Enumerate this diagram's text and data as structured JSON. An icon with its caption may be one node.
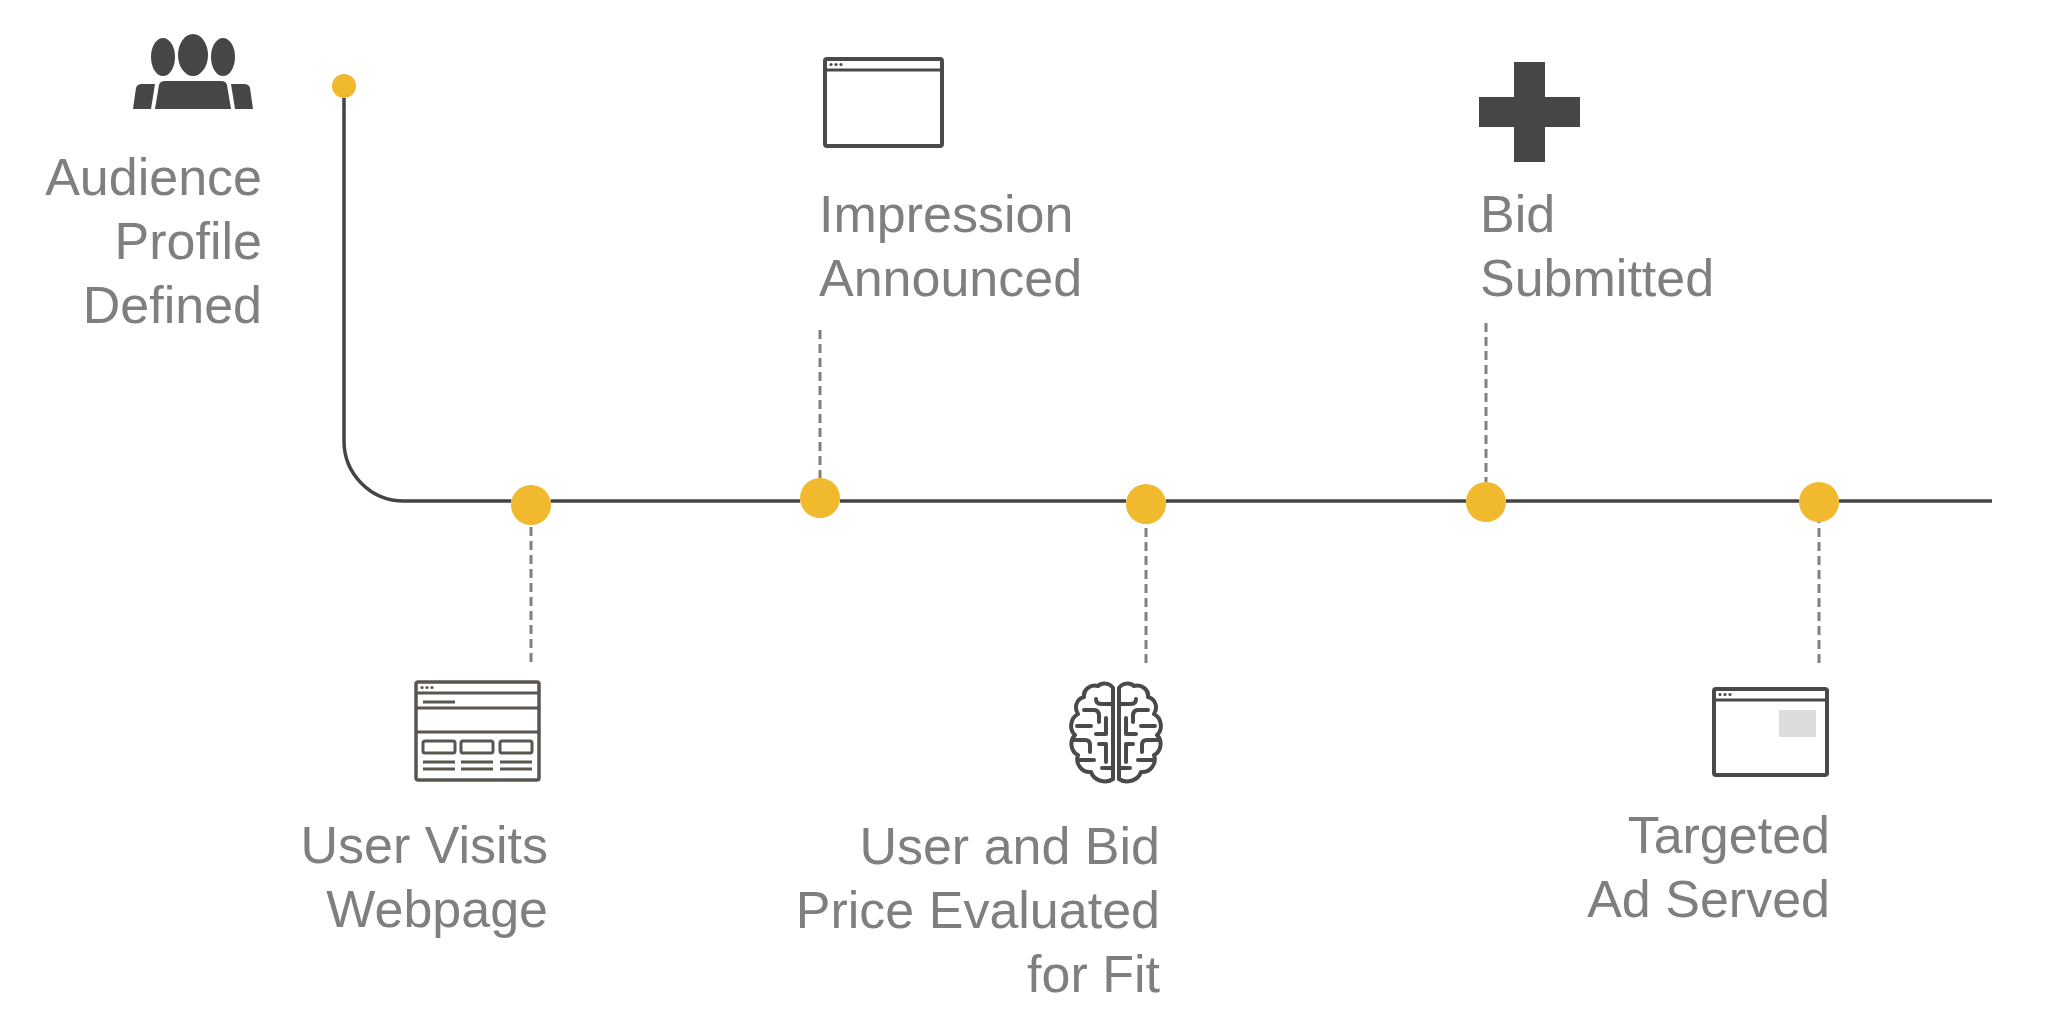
{
  "diagram": {
    "nodes": [
      {
        "text": [],
        "shape": "circle",
        "beside": [
          "Audience Profile Defined"
        ]
      },
      {
        "text": [
          "Impression Announced"
        ]
      },
      {
        "text": [
          "Bid Submitted"
        ]
      },
      {
        "text": [],
        "shape": "circle"
      },
      {
        "text": [],
        "shape": "circle"
      },
      {
        "text": [],
        "shape": "circle"
      },
      {
        "text": [],
        "shape": "circle"
      },
      {
        "text": [],
        "shape": "circle"
      },
      {
        "text": [
          "User Visits Webpage"
        ]
      },
      {
        "text": [
          "User and Bid Price Evaluated for Fit"
        ]
      },
      {
        "text": [
          "Targeted Ad Served"
        ]
      }
    ],
    "edges": [
      {
        "from": 0,
        "to": 3,
        "arrow": "none"
      },
      {
        "from": 3,
        "to": 4,
        "arrow": "none"
      },
      {
        "from": 4,
        "to": 5,
        "arrow": "none"
      },
      {
        "from": 5,
        "to": 6,
        "arrow": "none"
      },
      {
        "from": 6,
        "to": 7,
        "arrow": "none"
      },
      {
        "from": 7,
        "to": null,
        "arrow": "none"
      },
      {
        "from": 1,
        "to": 4,
        "arrow": "none",
        "style": "dashed",
        "color": "#808080"
      },
      {
        "from": 2,
        "to": 6,
        "arrow": "none",
        "style": "dashed",
        "color": "#808080"
      },
      {
        "from": 8,
        "to": 3,
        "arrow": "none",
        "style": "dashed",
        "color": "#808080"
      },
      {
        "from": 9,
        "to": 5,
        "arrow": "none",
        "style": "dashed",
        "color": "#808080"
      },
      {
        "from": 10,
        "to": 7,
        "arrow": "none",
        "style": "dashed",
        "color": "#808080"
      }
    ]
  }
}
